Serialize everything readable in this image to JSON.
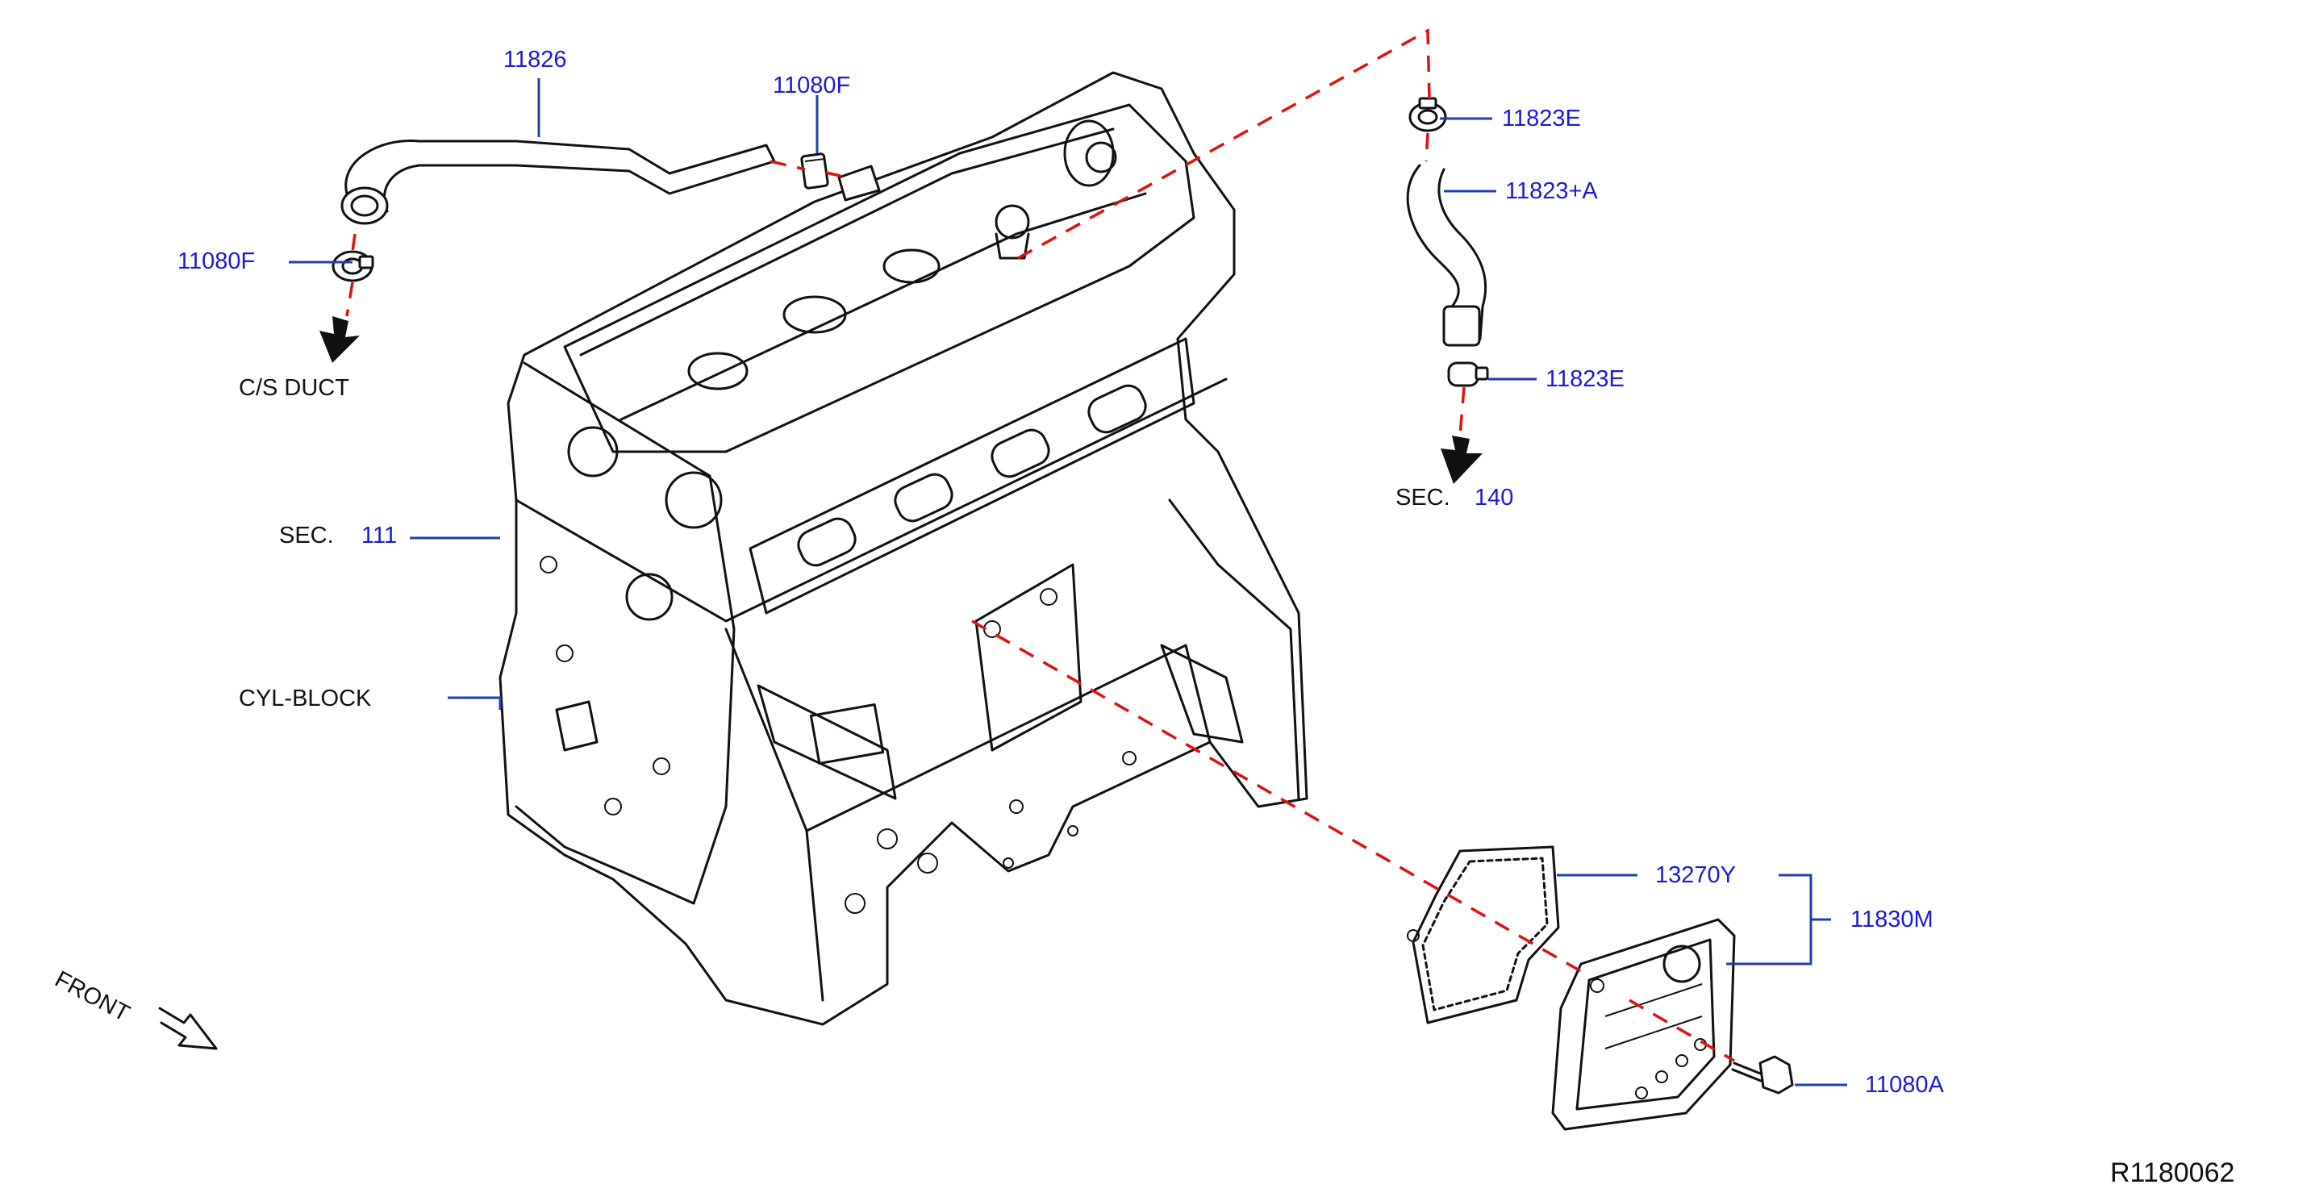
{
  "labels": {
    "p11826": "11826",
    "p11080f_top": "11080F",
    "p11080f_left": "11080F",
    "cs_duct": "C/S   DUCT",
    "sec_prefix_left": "SEC.",
    "sec_num_left": "111",
    "cyl_block": "CYL-BLOCK",
    "front": "FRONT",
    "p11823e_top": "11823E",
    "p11823a": "11823+A",
    "p11823e_bottom": "11823E",
    "sec_prefix_right": "SEC.",
    "sec_num_right": "140",
    "p13270y": "13270Y",
    "p11830m": "11830M",
    "p11080a": "11080A",
    "figure_code": "R1180062"
  },
  "colors": {
    "part_number": "#1a1ad6",
    "leader_line": "#1f3fb0",
    "dashed_guide": "#e01010",
    "outline": "#111111"
  }
}
